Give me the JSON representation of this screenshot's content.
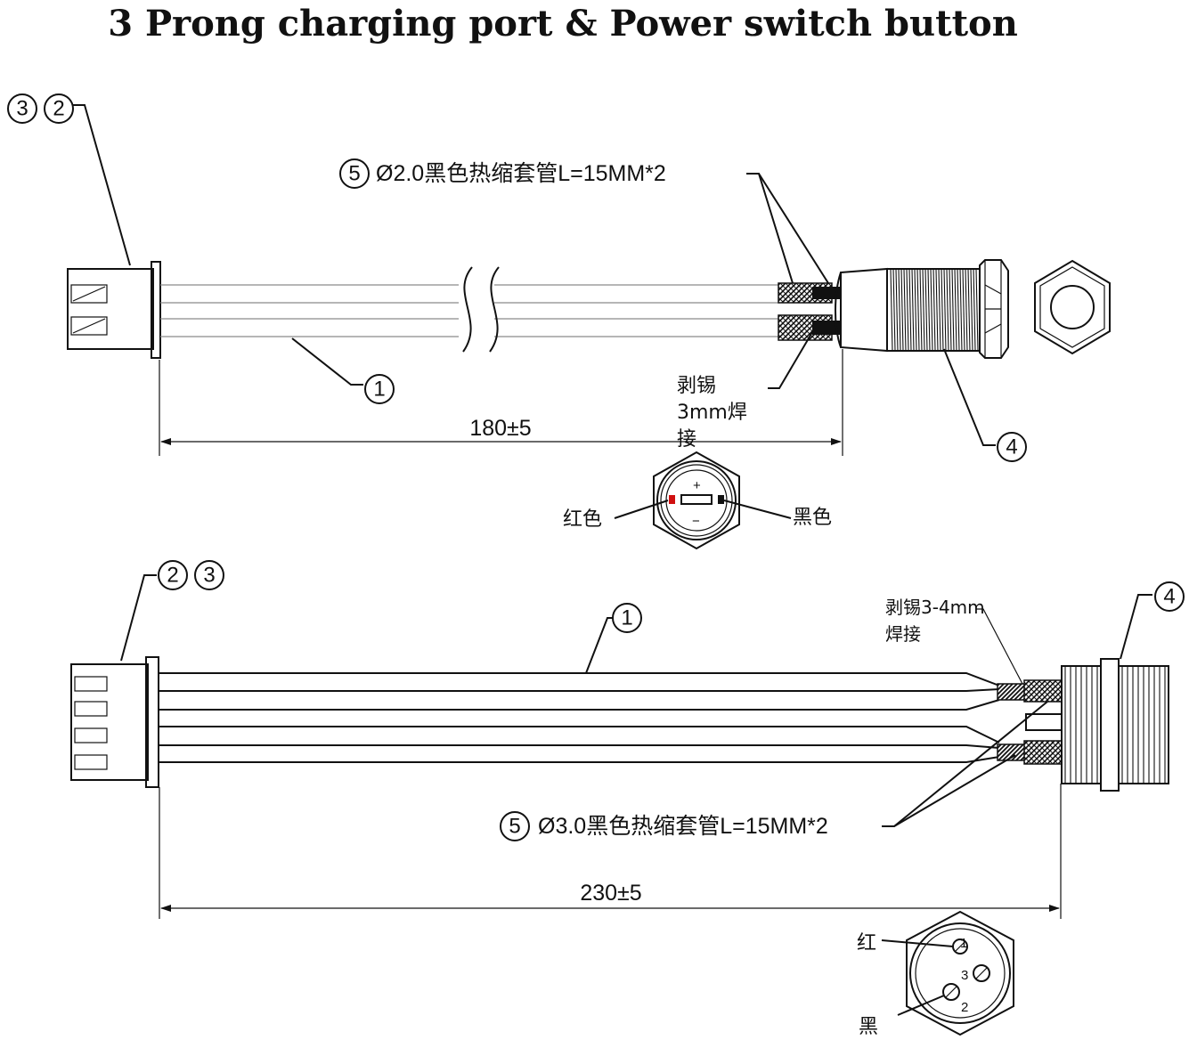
{
  "title": "3 Prong charging port & Power switch button",
  "top_diagram": {
    "callout_connector_a": "3",
    "callout_connector_b": "2",
    "callout_wire": "1",
    "callout_switch": "4",
    "callout_sleeve": "5",
    "sleeve_spec": "Ø2.0黑色热缩套管L=15MM*2",
    "solder_note_line1": "剥锡",
    "solder_note_line2": "3mm焊",
    "solder_note_line3": "接",
    "dimension": "180±5",
    "face_plus": "+",
    "face_minus": "−",
    "left_wire_label": "红色",
    "right_wire_label": "黑色"
  },
  "bottom_diagram": {
    "callout_connector_a": "2",
    "callout_connector_b": "3",
    "callout_wire": "1",
    "callout_port": "4",
    "callout_sleeve": "5",
    "solder_note_line1": "剥锡3-4mm",
    "solder_note_line2": "焊接",
    "sleeve_spec": "Ø3.0黑色热缩套管L=15MM*2",
    "dimension": "230±5",
    "red_label": "红",
    "black_label": "黑",
    "pin_1": "1",
    "pin_2": "2",
    "pin_3": "3"
  },
  "colors": {
    "line": "#111111",
    "wire": "#8a8a8a",
    "red_terminal": "#d01010"
  }
}
